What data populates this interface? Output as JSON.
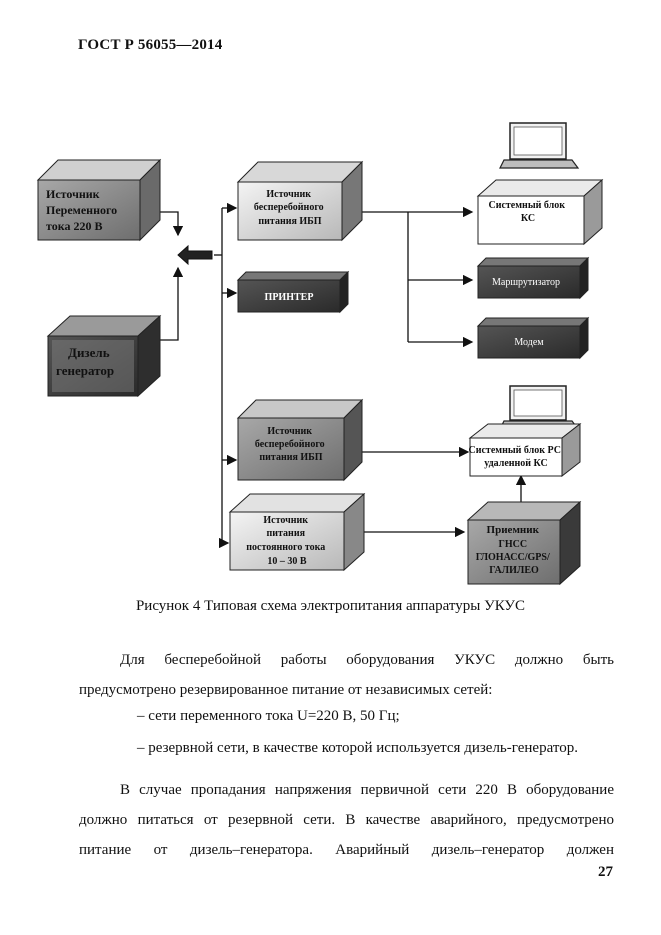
{
  "header": {
    "standard": "ГОСТ Р 56055—2014"
  },
  "diagram": {
    "sources": {
      "ac": [
        "Источник",
        "Переменного",
        "тока 220 В"
      ],
      "diesel": [
        "Дизель",
        "генератор"
      ]
    },
    "ups1": [
      "Источник",
      "бесперебойного",
      "питания ИБП"
    ],
    "printer": "ПРИНТЕР",
    "ups2": [
      "Источник",
      "бесперебойного",
      "питания ИБП"
    ],
    "dc": [
      "Источник",
      "питания",
      "постоянного тока",
      "10 – 30 В"
    ],
    "system_unit_ks": [
      "Системный блок",
      "КС"
    ],
    "router": "Маршрутизатор",
    "modem": "Модем",
    "system_unit_remote": [
      "Системный блок РС",
      "удаленной КС"
    ],
    "receiver": [
      "Приемник",
      "ГНСС",
      "ГЛОНАСС/GPS/",
      "ГАЛИЛЕО"
    ]
  },
  "caption": "Рисунок 4 Типовая схема электропитания аппаратуры УКУС",
  "paragraph1": [
    "Для бесперебойной работы оборудования УКУС должно быть",
    "предусмотрено резервированное питание от независимых сетей:"
  ],
  "bullets": [
    "– сети переменного тока U=220 В, 50 Гц;",
    "– резервной сети, в качестве которой используется дизель-генератор."
  ],
  "paragraph2": [
    "В случае пропадания напряжения первичной сети 220 В оборудование",
    "должно питаться от резервной сети. В качестве аварийного, предусмотрено",
    "питание от дизель–генератора. Аварийный дизель–генератор должен"
  ],
  "page_number": "27",
  "colors": {
    "box_light": "#e6e6e6",
    "box_mid": "#8f8f8f",
    "box_dark": "#3c3c3c",
    "line": "#111111"
  }
}
